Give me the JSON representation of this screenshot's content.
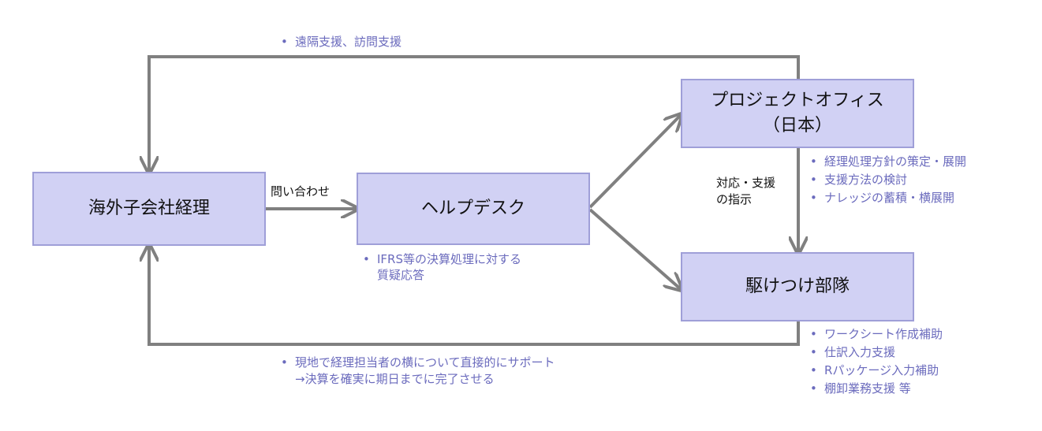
{
  "nodes": {
    "subsidiary": "海外子会社経理",
    "helpdesk": "ヘルプデスク",
    "project_office": [
      "プロジェクトオフィス",
      "（日本）"
    ],
    "rapid_team": "駆けつけ部隊"
  },
  "edge_labels": {
    "inquiry": "問い合わせ",
    "instruction": [
      "対応・支援",
      "の指示"
    ]
  },
  "notes": {
    "remote_support": [
      "遠隔支援、訪問支援"
    ],
    "helpdesk": [
      "IFRS等の決算処理に対する",
      "質疑応答"
    ],
    "project_office": [
      "経理処理方針の策定・展開",
      "支援方法の検討",
      "ナレッジの蓄積・横展開"
    ],
    "rapid_team": [
      "ワークシート作成補助",
      "仕訳入力支援",
      "Rパッケージ入力補助",
      "棚卸業務支援 等"
    ],
    "onsite": [
      "現地で経理担当者の横について直接的にサポート",
      "→決算を確実に期日までに完了させる"
    ]
  },
  "bullet": "•",
  "colors": {
    "box_fill": "#d1d1f4",
    "box_border": "#9f9fd8",
    "arrow": "#808080",
    "note_text": "#6b6bbd"
  }
}
